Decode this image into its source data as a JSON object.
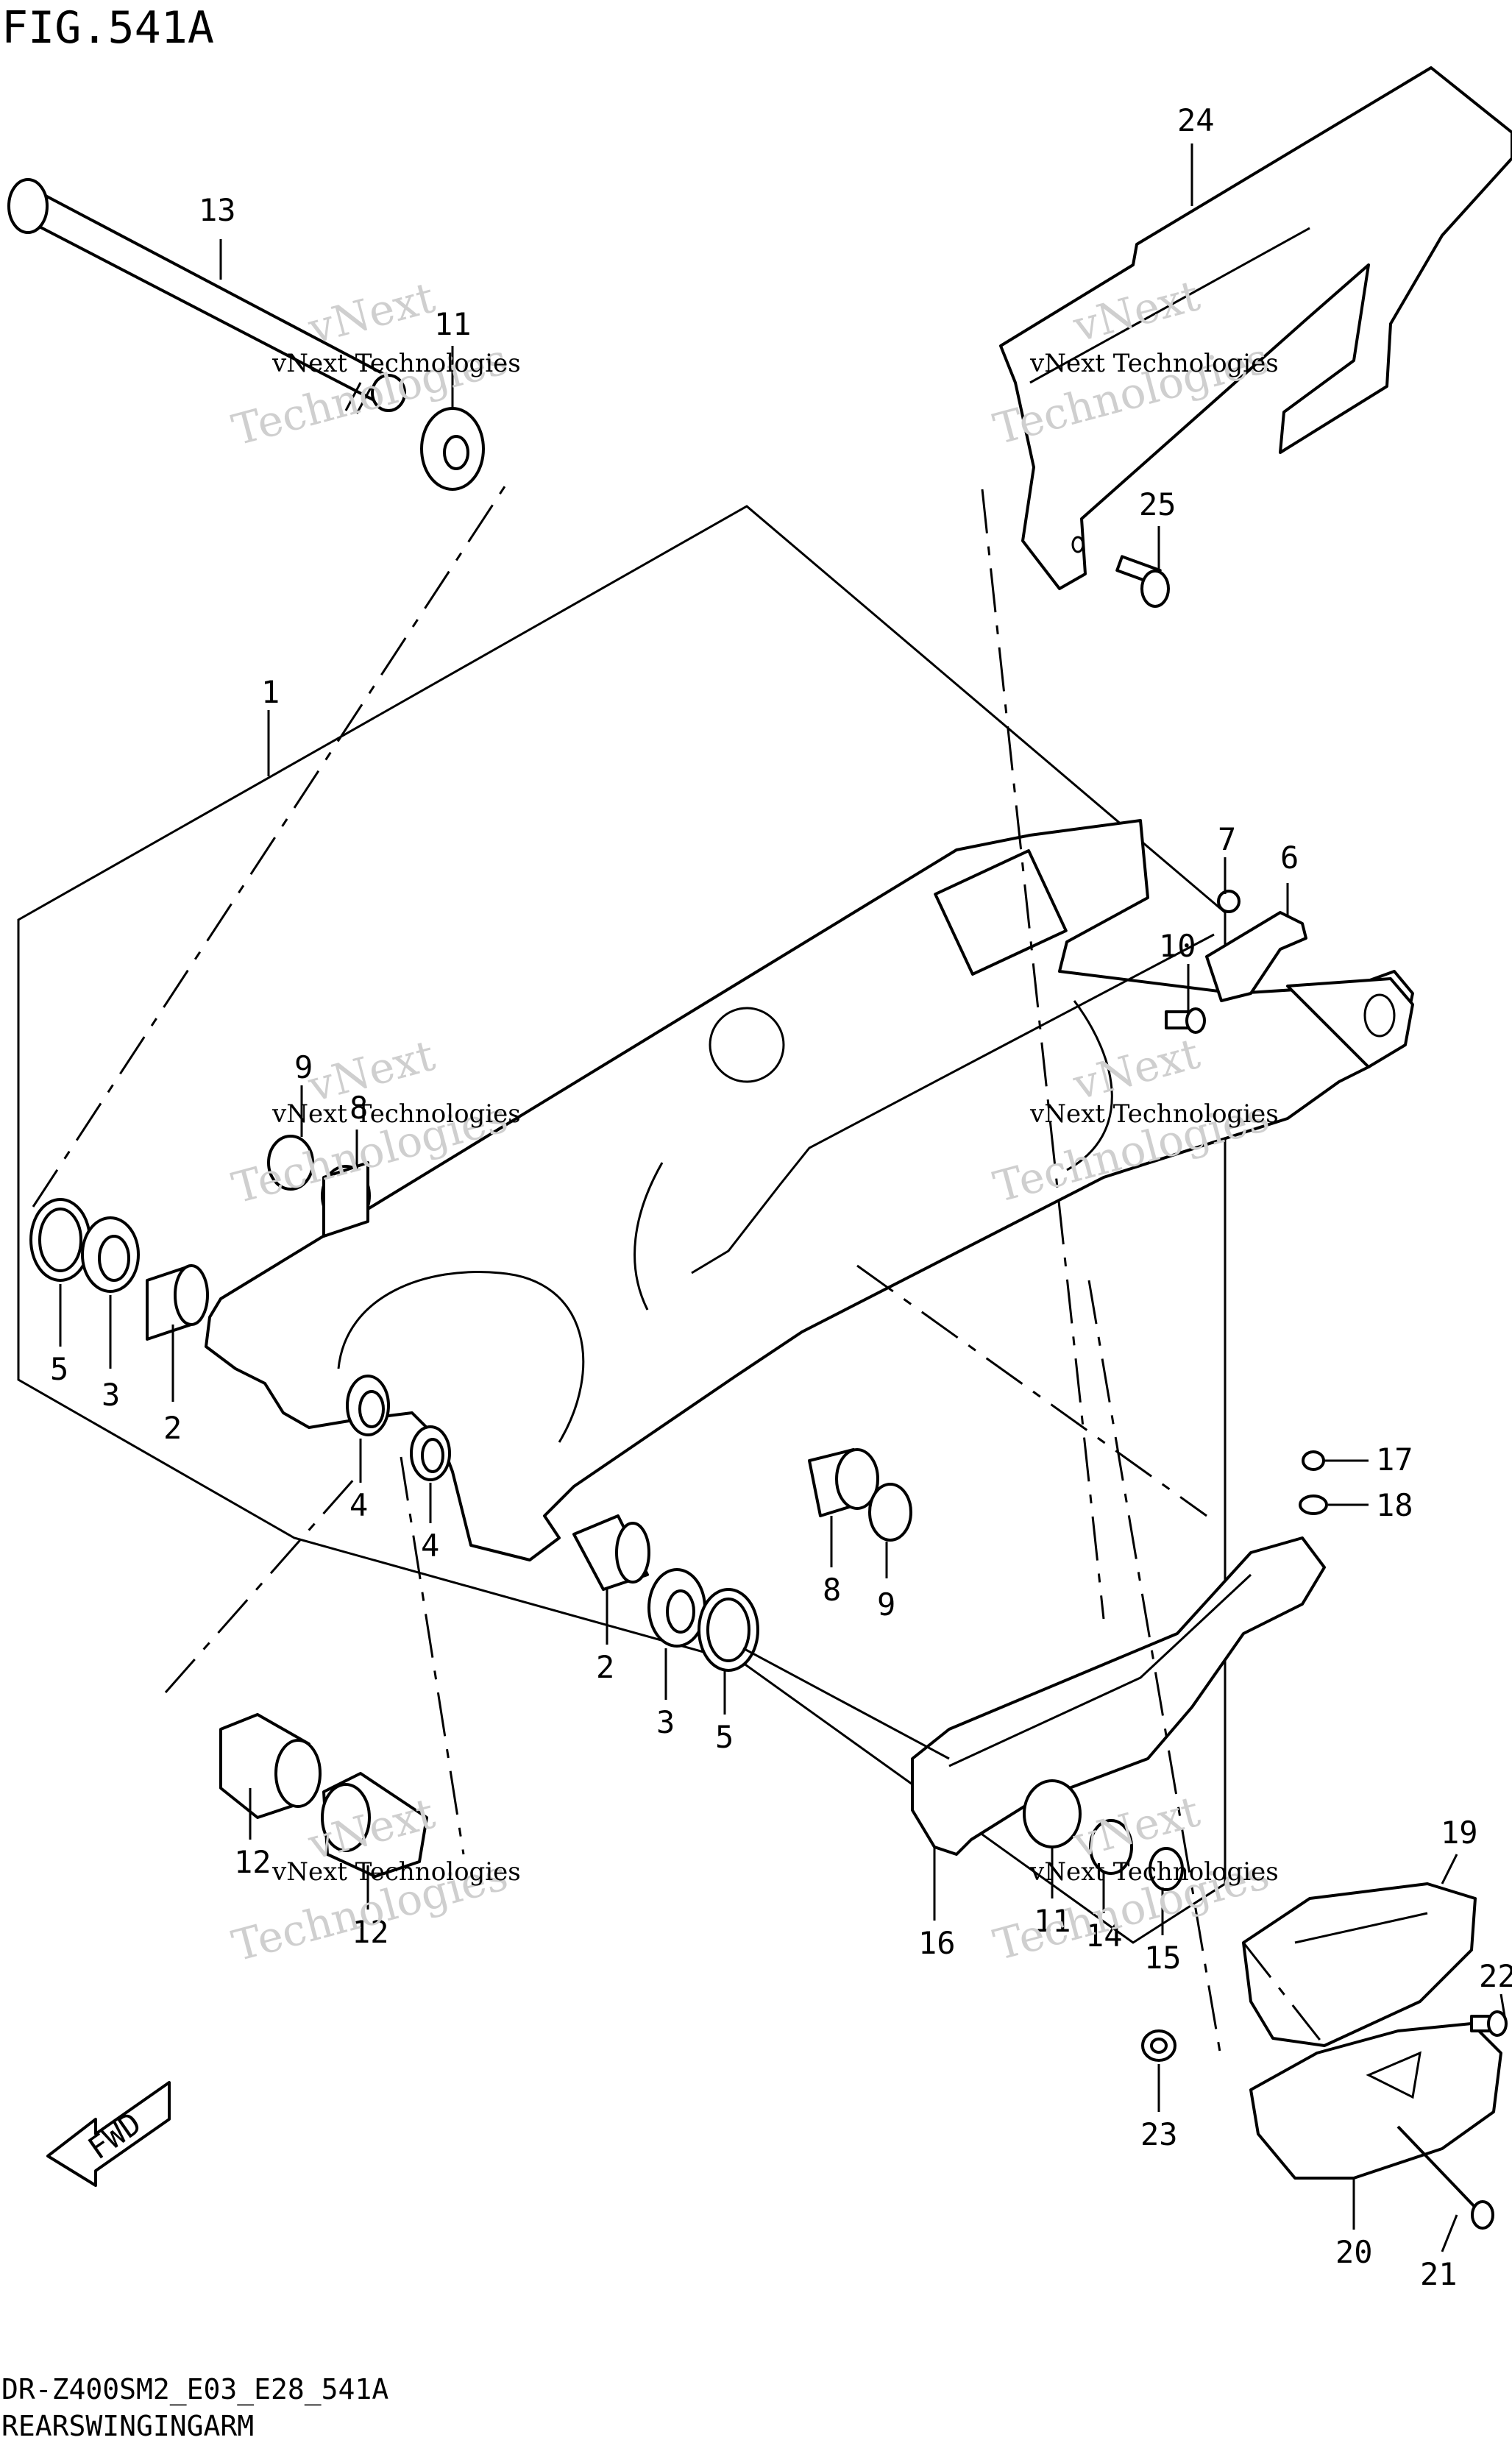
{
  "figure": {
    "title": "FIG.541A",
    "model_code": "DR-Z400SM2_E03_E28_541A",
    "caption": "REARSWINGINGARM",
    "fwd_label": "FWD"
  },
  "watermark": {
    "line1": "vNext Technologies",
    "line2": "Technologies",
    "line3": "vNext"
  },
  "callouts": [
    {
      "id": "c13",
      "num": "13"
    },
    {
      "id": "c11a",
      "num": "11"
    },
    {
      "id": "c24",
      "num": "24"
    },
    {
      "id": "c25",
      "num": "25"
    },
    {
      "id": "c1",
      "num": "1"
    },
    {
      "id": "c7",
      "num": "7"
    },
    {
      "id": "c6",
      "num": "6"
    },
    {
      "id": "c10",
      "num": "10"
    },
    {
      "id": "c9a",
      "num": "9"
    },
    {
      "id": "c8a",
      "num": "8"
    },
    {
      "id": "c5a",
      "num": "5"
    },
    {
      "id": "c3a",
      "num": "3"
    },
    {
      "id": "c2a",
      "num": "2"
    },
    {
      "id": "c4a",
      "num": "4"
    },
    {
      "id": "c4b",
      "num": "4"
    },
    {
      "id": "c17",
      "num": "17"
    },
    {
      "id": "c18",
      "num": "18"
    },
    {
      "id": "c8b",
      "num": "8"
    },
    {
      "id": "c9b",
      "num": "9"
    },
    {
      "id": "c2b",
      "num": "2"
    },
    {
      "id": "c3b",
      "num": "3"
    },
    {
      "id": "c5b",
      "num": "5"
    },
    {
      "id": "c12a",
      "num": "12"
    },
    {
      "id": "c12b",
      "num": "12"
    },
    {
      "id": "c16",
      "num": "16"
    },
    {
      "id": "c11b",
      "num": "11"
    },
    {
      "id": "c14",
      "num": "14"
    },
    {
      "id": "c15",
      "num": "15"
    },
    {
      "id": "c19",
      "num": "19"
    },
    {
      "id": "c22",
      "num": "22"
    },
    {
      "id": "c23",
      "num": "23"
    },
    {
      "id": "c20",
      "num": "20"
    },
    {
      "id": "c21",
      "num": "21"
    }
  ]
}
